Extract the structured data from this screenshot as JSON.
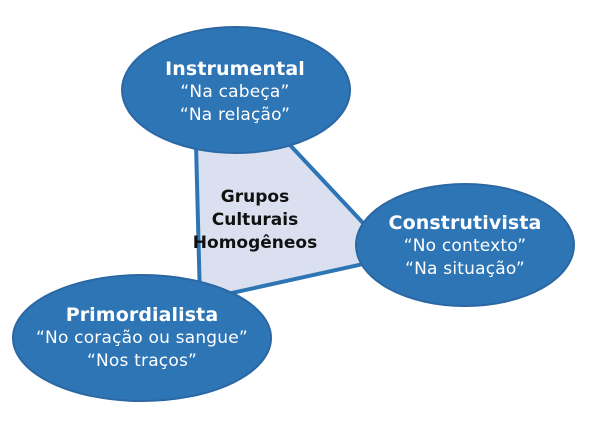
{
  "colors": {
    "ellipse_fill": "#2E75B6",
    "ellipse_stroke": "#2B67A3",
    "triangle_fill": "#DAE0EF",
    "triangle_stroke": "#2E75B6",
    "node_text": "#FFFFFF",
    "center_text": "#111111"
  },
  "center": {
    "lines": [
      "Grupos",
      "Culturais",
      "Homogêneos"
    ]
  },
  "nodes": {
    "instrumental": {
      "title": "Instrumental",
      "lines": [
        "“Na cabeça”",
        "“Na relação”"
      ]
    },
    "construtivista": {
      "title": "Construtivista",
      "lines": [
        "“No contexto”",
        "“Na situação”"
      ]
    },
    "primordialista": {
      "title": "Primordialista",
      "lines": [
        "“No coração ou sangue”",
        "“Nos traços”"
      ]
    }
  }
}
